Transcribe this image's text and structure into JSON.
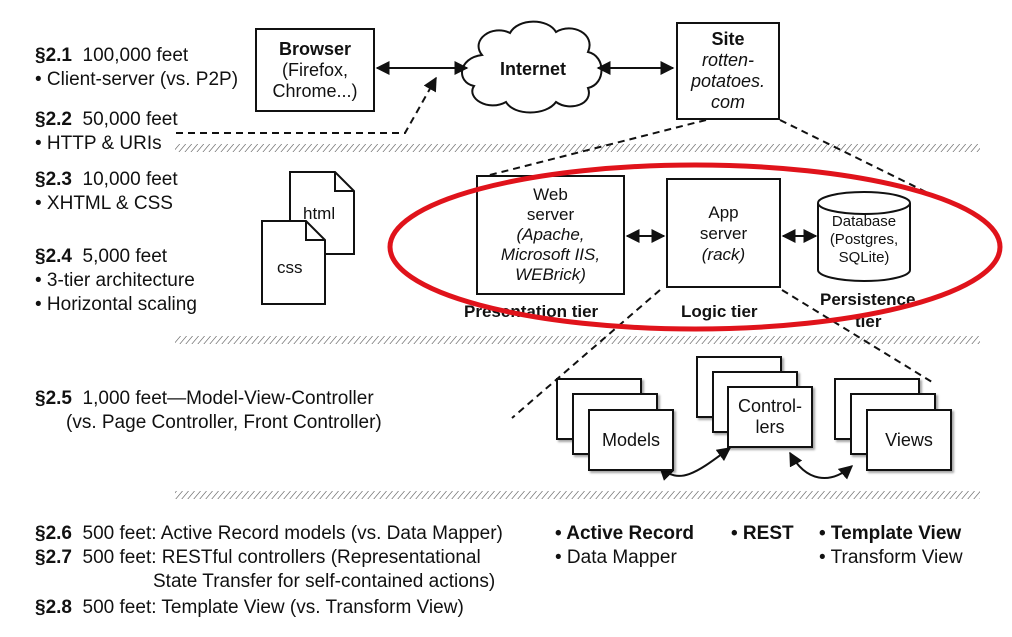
{
  "left_sections": [
    {
      "section": "§2.1",
      "title": "100,000 feet",
      "bullets": [
        "• Client-server (vs. P2P)"
      ]
    },
    {
      "section": "§2.2",
      "title": "50,000 feet",
      "bullets": [
        "• HTTP & URIs"
      ]
    },
    {
      "section": "§2.3",
      "title": "10,000 feet",
      "bullets": [
        "• XHTML & CSS"
      ]
    },
    {
      "section": "§2.4",
      "title": "5,000 feet",
      "bullets": [
        "• 3-tier architecture",
        "• Horizontal scaling"
      ]
    },
    {
      "section": "§2.5",
      "title": "1,000 feet—Model-View-Controller",
      "bullets": [
        "(vs. Page Controller, Front Controller)"
      ]
    }
  ],
  "bottom_sections": [
    {
      "section": "§2.6",
      "text": "500 feet: Active Record models (vs. Data Mapper)"
    },
    {
      "section": "§2.7",
      "text": "500 feet: RESTful controllers (Representational",
      "continuation": "State Transfer for self-contained actions)"
    },
    {
      "section": "§2.8",
      "text": "500 feet: Template View (vs. Transform View)"
    }
  ],
  "pattern_lists": [
    {
      "items": [
        "• Active Record",
        "• Data Mapper"
      ],
      "bold_first": true
    },
    {
      "items": [
        "• REST"
      ],
      "bold_first": true
    },
    {
      "items": [
        "• Template View",
        "• Transform View"
      ],
      "bold_first": true
    }
  ],
  "top": {
    "browser": {
      "title": "Browser",
      "lines": [
        "(Firefox,",
        "Chrome...)"
      ]
    },
    "internet": "Internet",
    "site": {
      "title": "Site",
      "lines": [
        "rotten-",
        "potatoes.",
        "com"
      ]
    }
  },
  "docs": {
    "html": "html",
    "css": "css"
  },
  "tiers": {
    "web_server": {
      "lines": [
        "Web",
        "server"
      ],
      "italic_lines": [
        "(Apache,",
        "Microsoft IIS,",
        "WEBrick)"
      ]
    },
    "app_server": {
      "lines": [
        "App",
        "server"
      ],
      "italic_lines": [
        "(rack)"
      ]
    },
    "database": {
      "title": "Database",
      "italic_lines": [
        "(Postgres,",
        "SQLite)"
      ]
    },
    "labels": {
      "presentation": "Presentation tier",
      "logic": "Logic tier",
      "persistence_1": "Persistence",
      "persistence_2": "tier"
    }
  },
  "mvc": {
    "models": "Models",
    "controllers_1": "Control-",
    "controllers_2": "lers",
    "views": "Views"
  },
  "colors": {
    "highlight_ellipse": "#e0131b",
    "ink": "#111111",
    "hatch": "#777777"
  }
}
